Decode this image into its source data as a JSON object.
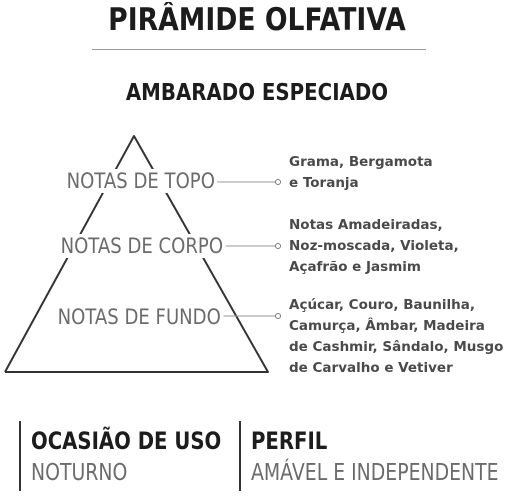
{
  "title": "PIRÂMIDE OLFATIVA",
  "family": "AMBARADO ESPECIADO",
  "pyramid": [
    {
      "label": "NOTAS DE TOPO",
      "notes": [
        "Grama, Bergamota",
        "e Toranja"
      ]
    },
    {
      "label": "NOTAS DE CORPO",
      "notes": [
        "Notas Amadeiradas,",
        "Noz-moscada, Violeta,",
        "Açafrão e Jasmim"
      ]
    },
    {
      "label": "NOTAS DE FUNDO",
      "notes": [
        "Açúcar, Couro, Baunilha,",
        "Camurça, Âmbar, Madeira",
        "de Cashmir, Sândalo, Musgo",
        "de Carvalho e Vetiver"
      ]
    }
  ],
  "info": [
    {
      "label": "OCASIÃO DE USO",
      "value": "NOTURNO"
    },
    {
      "label": "PERFIL",
      "value": "AMÁVEL E INDEPENDENTE"
    }
  ],
  "colors": {
    "heading": "#1c1c1c",
    "tier": "#6b6b6b",
    "lines": "#333333"
  }
}
